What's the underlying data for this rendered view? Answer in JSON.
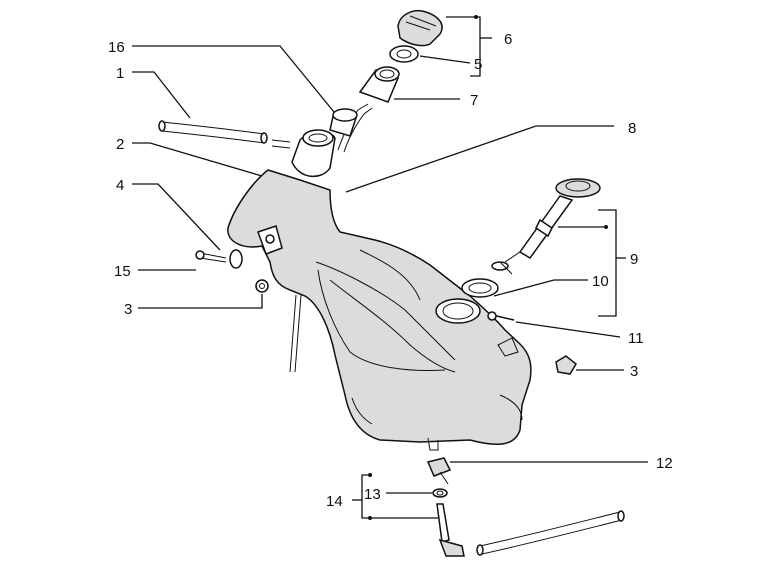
{
  "labels": {
    "l1": "1",
    "l2": "2",
    "l3a": "3",
    "l3b": "3",
    "l4": "4",
    "l5": "5",
    "l6": "6",
    "l7": "7",
    "l8": "8",
    "l9": "9",
    "l10": "10",
    "l11": "11",
    "l12": "12",
    "l13": "13",
    "l14": "14",
    "l15": "15",
    "l16": "16"
  }
}
